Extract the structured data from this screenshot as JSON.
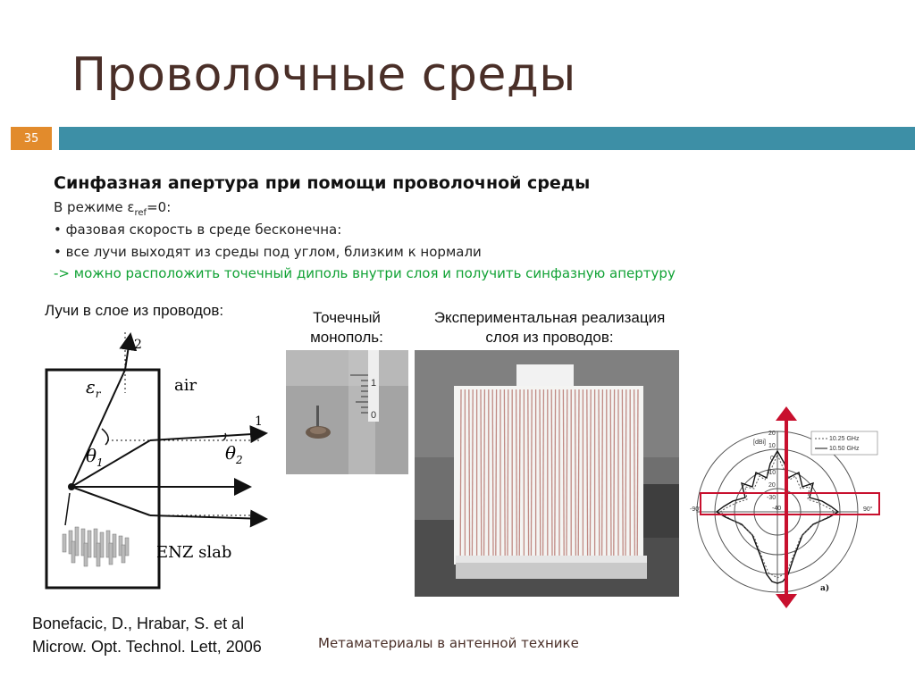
{
  "header": {
    "title": "Проволочные среды",
    "slide_number": "35",
    "colors": {
      "accent": "#3d8fa6",
      "number_bg": "#e28b2c"
    }
  },
  "content": {
    "subtitle": "Синфазная апертура при помощи проволочной среды",
    "mode_prefix": "В режиме ε",
    "mode_sub": "ref",
    "mode_suffix": "=0:",
    "bullet1": "• фазовая скорость в среде бесконечна:",
    "bullet2": "• все лучи выходят из среды под углом, близким к нормали",
    "conclusion": "-> можно расположить точечный диполь внутри слоя и получить синфазную апертуру"
  },
  "figures": {
    "rays_caption": "Лучи в слое из проводов:",
    "monopole_caption_line1": "Точечный",
    "monopole_caption_line2": "монополь:",
    "experimental_caption_line1": "Экспериментальная реализация",
    "experimental_caption_line2": "слоя из проводов:",
    "diagram": {
      "eps_label": "ε",
      "eps_sub": "r",
      "air_label": "air",
      "enz_label": "ENZ slab",
      "ray1_label": "1",
      "ray2_label": "2",
      "theta1_label": "θ",
      "theta1_sub": "1",
      "theta2_label": "θ",
      "theta2_sub": "2"
    },
    "ruler_ticks": [
      "1",
      "0"
    ],
    "polar": {
      "unit_label": "[dBi]",
      "tick_labels": [
        "20",
        "10",
        "0",
        "-10",
        "20",
        "-30",
        "-40"
      ],
      "left_angle": "-90°",
      "right_angle": "90°",
      "legend": [
        "10.25 GHz",
        "10.50 GHz"
      ],
      "panel_label": "a)"
    }
  },
  "footer": {
    "reference_line1": "Bonefacic, D., Hrabar, S. et al",
    "reference_line2": "Microw. Opt. Technol. Lett, 2006",
    "course": "Метаматериалы в антенной технике"
  }
}
